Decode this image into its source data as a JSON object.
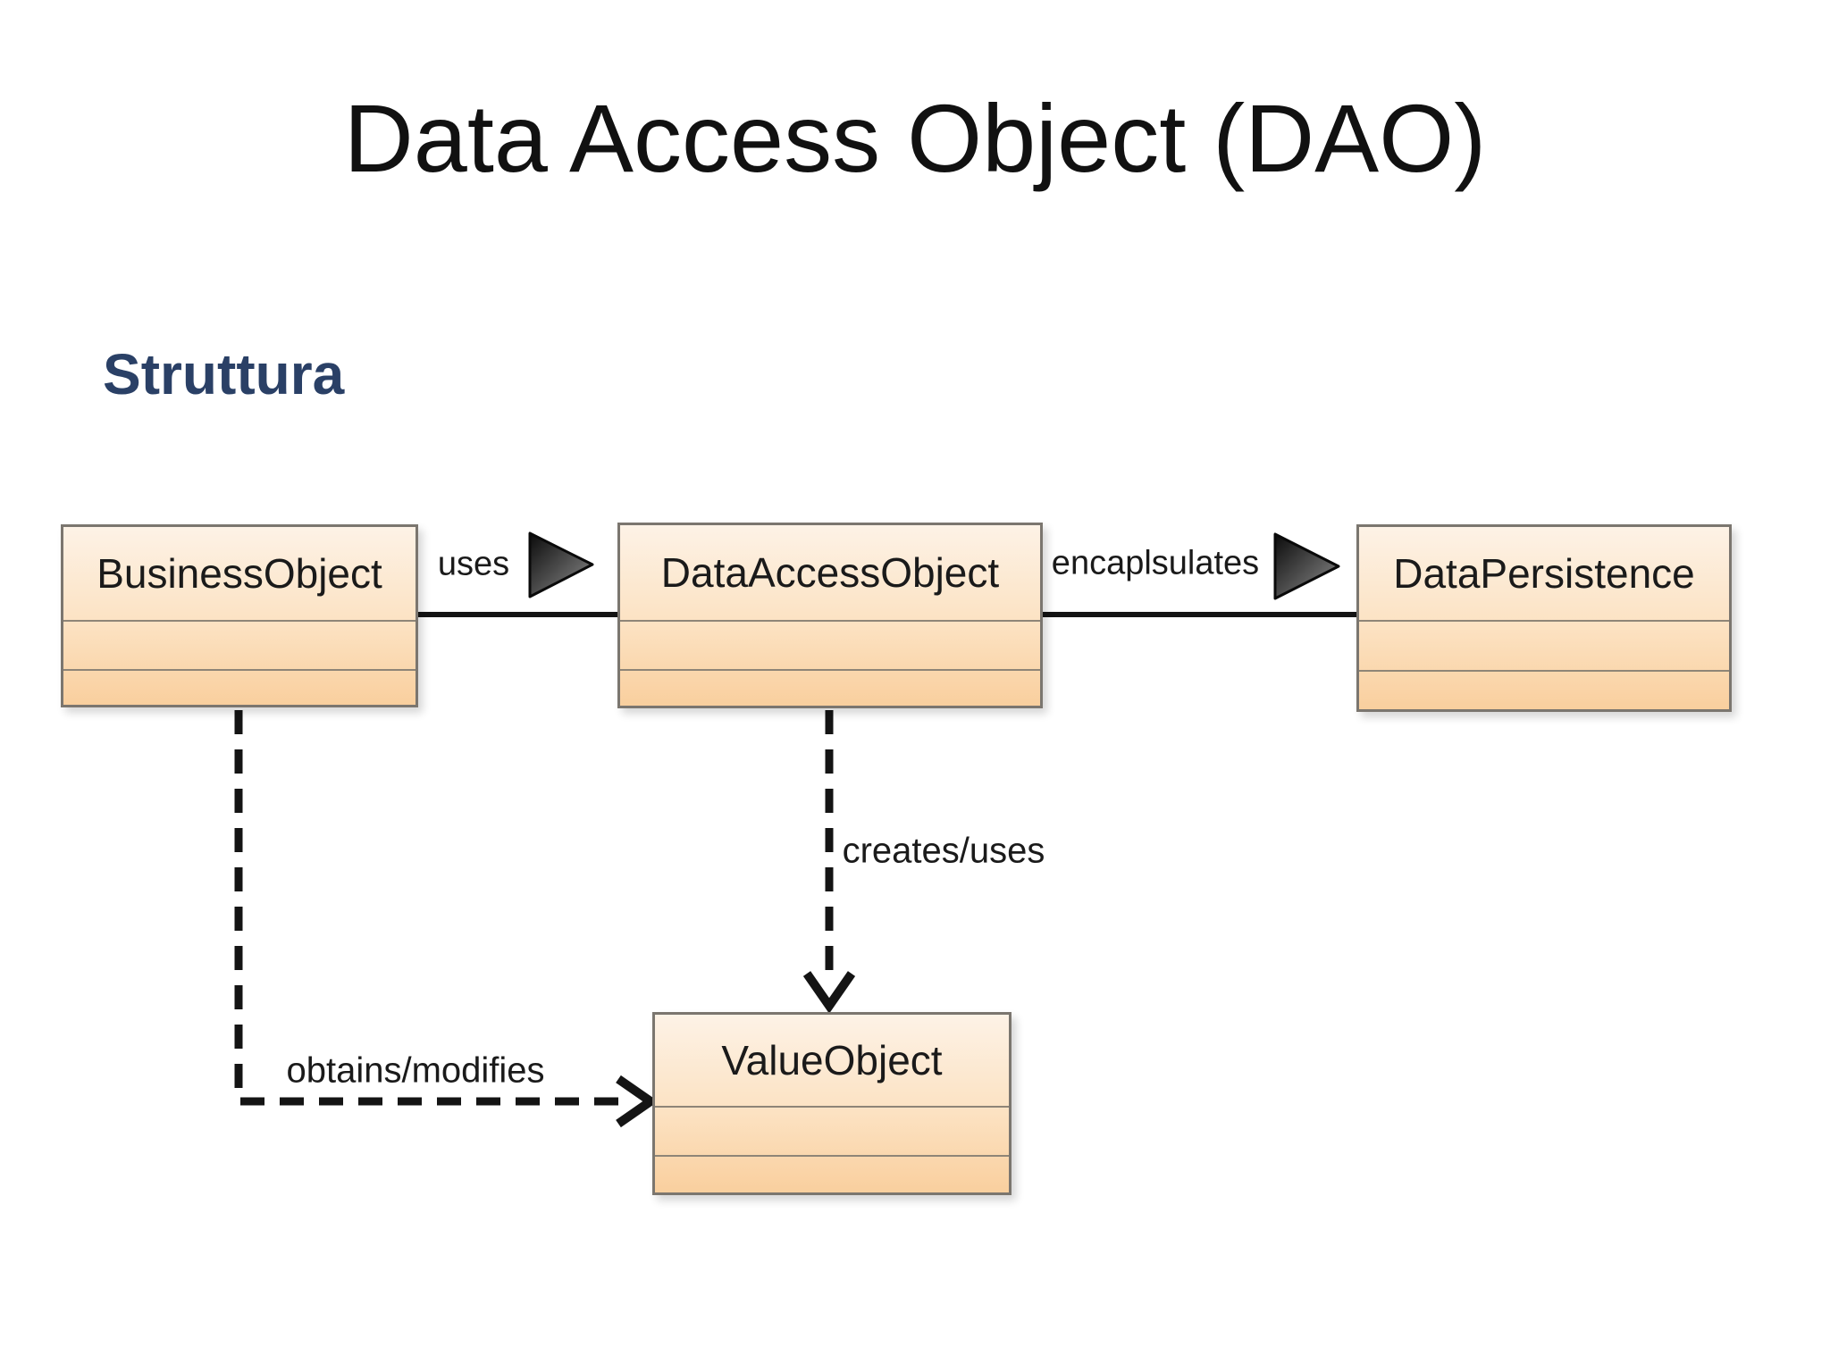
{
  "title": "Data Access Object (DAO)",
  "section_heading": "Struttura",
  "diagram": {
    "boxes": [
      {
        "id": "business-object",
        "label": "BusinessObject",
        "compartments": 3
      },
      {
        "id": "data-access-object",
        "label": "DataAccessObject",
        "compartments": 3
      },
      {
        "id": "data-persistence",
        "label": "DataPersistence",
        "compartments": 3
      },
      {
        "id": "value-object",
        "label": "ValueObject",
        "compartments": 3
      }
    ],
    "connectors": [
      {
        "from": "BusinessObject",
        "to": "DataAccessObject",
        "label": "uses",
        "line_style": "solid",
        "arrow": "filled-triangle-right"
      },
      {
        "from": "DataAccessObject",
        "to": "DataPersistence",
        "label": "encaplsulates",
        "line_style": "solid",
        "arrow": "filled-triangle-right"
      },
      {
        "from": "DataAccessObject",
        "to": "ValueObject",
        "label": "creates/uses",
        "line_style": "dashed",
        "arrow": "open-arrowhead-down"
      },
      {
        "from": "BusinessObject",
        "to": "ValueObject",
        "label": "obtains/modifies",
        "line_style": "dashed",
        "arrow": "open-arrowhead-right"
      }
    ],
    "colors": {
      "background": "#ffffff",
      "title_text": "#111111",
      "heading_text": "#2a4066",
      "box_fill_top": "#fdf2e6",
      "box_fill_bottom": "#f9cf9e",
      "box_border": "#7b766f",
      "compartment_divider": "#8e8577",
      "connector_line": "#141414",
      "triangle_fill_dark": "#0a0a0a",
      "triangle_fill_light": "#8f8f8f"
    }
  }
}
